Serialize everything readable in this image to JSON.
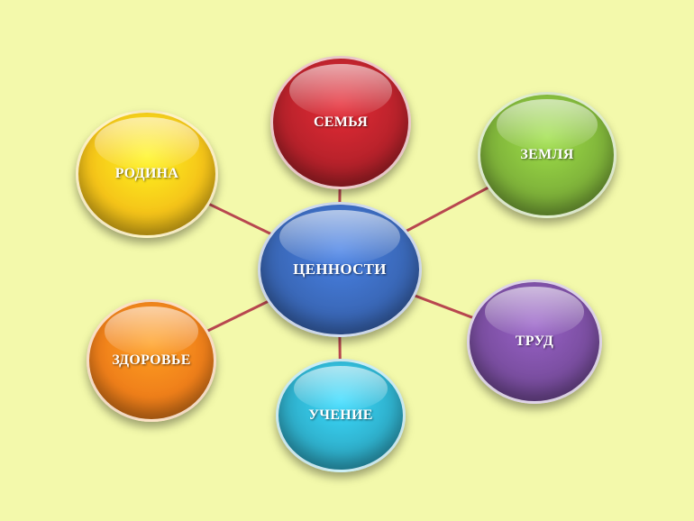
{
  "center": {
    "label": "ЦЕННОСТИ",
    "color": "#3a68b8"
  },
  "nodes": [
    {
      "id": "semya",
      "label": "СЕМЬЯ",
      "color": "#b8222b"
    },
    {
      "id": "zemlya",
      "label": "ЗЕМЛЯ",
      "color": "#7fb33a"
    },
    {
      "id": "trud",
      "label": "ТРУД",
      "color": "#7a4ea0"
    },
    {
      "id": "uchenie",
      "label": "УЧЕНИЕ",
      "color": "#2fb0cc"
    },
    {
      "id": "zdorove",
      "label": "ЗДОРОВЬЕ",
      "color": "#ef7f1a"
    },
    {
      "id": "rodina",
      "label": "РОДИНА",
      "color": "#f5c419"
    }
  ],
  "line_color": "#b8474f"
}
